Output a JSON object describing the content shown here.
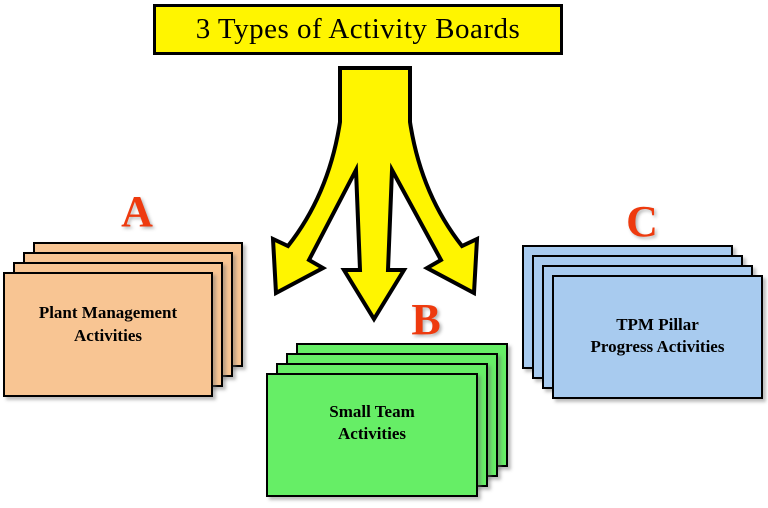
{
  "title": "3 Types of Activity Boards",
  "colors": {
    "title_bg": "#FFF500",
    "arrow": "#FFF500",
    "label": "#EE3A0E",
    "card_a": "#F8C593",
    "card_b": "#66EE66",
    "card_c": "#A8CBEF"
  },
  "groups": [
    {
      "label": "A",
      "text": "Plant Management\nActivities"
    },
    {
      "label": "B",
      "text": "Small Team\nActivities"
    },
    {
      "label": "C",
      "text": "TPM Pillar\nProgress Activities"
    }
  ]
}
